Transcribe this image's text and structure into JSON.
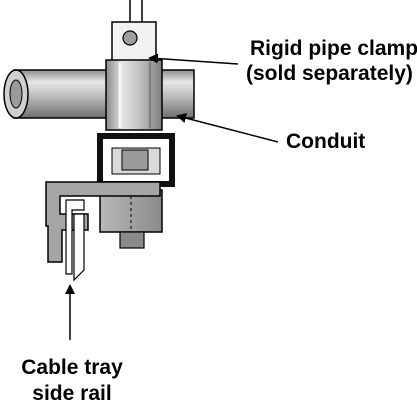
{
  "labels": {
    "clamp_line1": "Rigid pipe clamp",
    "clamp_line2": "(sold separately)",
    "conduit": "Conduit",
    "rail_line1": "Cable tray",
    "rail_line2": "side rail"
  },
  "colors": {
    "ink": "#000000",
    "metal_light": "#d9d9d9",
    "metal_mid": "#a6a6a6",
    "metal_dark": "#6b6b6b",
    "channel": "#1a1a1a",
    "background": "#ffffff"
  }
}
